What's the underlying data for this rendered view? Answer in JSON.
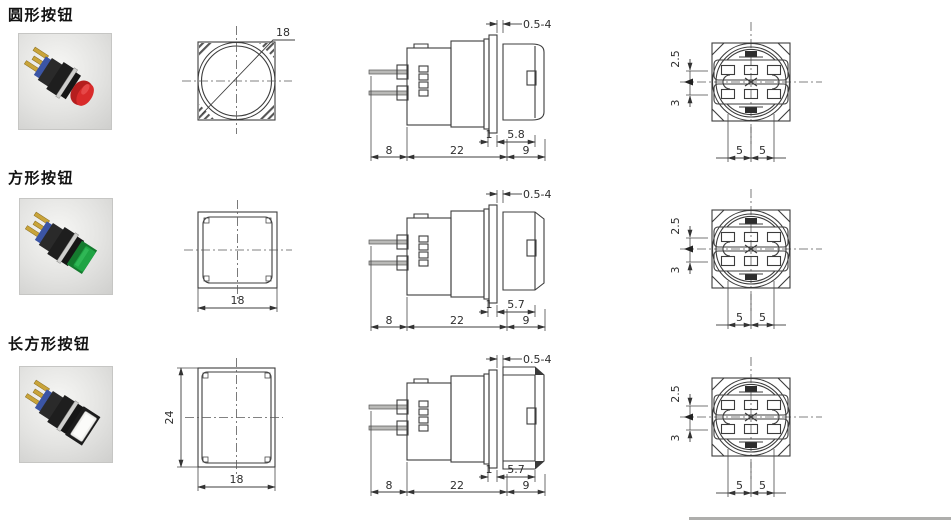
{
  "rows": [
    {
      "label": "圆形按钮",
      "shape": "round",
      "front": {
        "width": "18"
      },
      "side": {
        "panel_range": "0.5-4",
        "washer": "1",
        "depth": "5.8",
        "pins": "8",
        "body": "22",
        "head": "9"
      },
      "back": {
        "upper": "2.5",
        "lower": "3",
        "left": "5",
        "right": "5"
      }
    },
    {
      "label": "方形按钮",
      "shape": "square",
      "front": {
        "width": "18"
      },
      "side": {
        "panel_range": "0.5-4",
        "washer": "1",
        "depth": "5.7",
        "pins": "8",
        "body": "22",
        "head": "9"
      },
      "back": {
        "upper": "2.5",
        "lower": "3",
        "left": "5",
        "right": "5"
      }
    },
    {
      "label": "长方形按钮",
      "shape": "rectangular",
      "front": {
        "width": "18",
        "height": "24"
      },
      "side": {
        "panel_range": "0.5-4",
        "washer": "1",
        "depth": "5.7",
        "pins": "8",
        "body": "22",
        "head": "9"
      },
      "back": {
        "upper": "2.5",
        "lower": "3",
        "left": "5",
        "right": "5"
      }
    }
  ],
  "colors": {
    "line": "#3c3c3c",
    "cap_round": "#c42823",
    "cap_square": "#1f9a3c",
    "cap_rect": "#efefec"
  }
}
